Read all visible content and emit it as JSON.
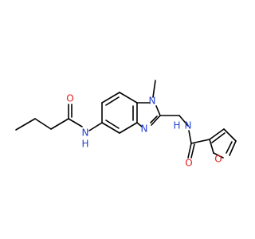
{
  "structure": {
    "atom_labels": {
      "methyl": "CH3-label-hidden",
      "n1": "N",
      "n3": "N",
      "nh_amide_left": "N",
      "h_amide_left": "H",
      "o_amide_left": "O",
      "nh_amide_right": "N",
      "h_amide_right": "H",
      "o_amide_right": "O",
      "o_furan": "O"
    },
    "colors": {
      "bond": "#000000",
      "nitrogen": "#1f3fd1",
      "oxygen": "#e02020",
      "background": "#ffffff"
    }
  }
}
